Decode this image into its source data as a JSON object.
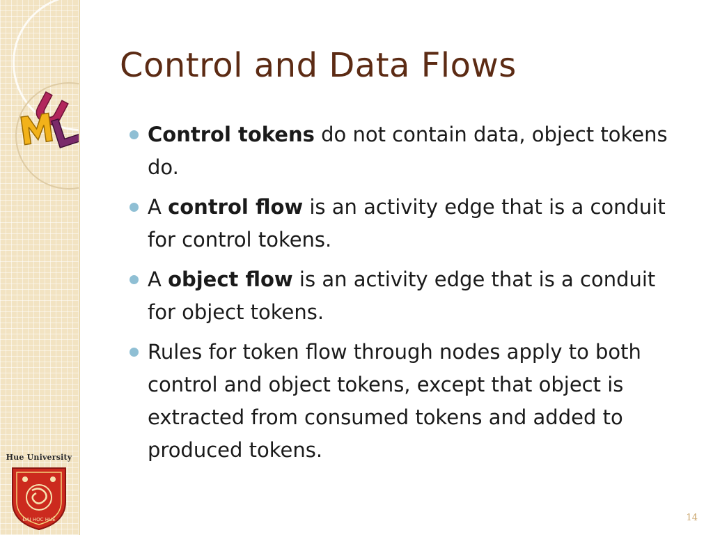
{
  "slide": {
    "title": "Control and Data Flows",
    "page_number": "14"
  },
  "bullets": [
    {
      "before": "",
      "bold": "Control tokens",
      "after": " do not contain data, object tokens do."
    },
    {
      "before": "A ",
      "bold": "control flow",
      "after": " is an activity edge that is a conduit for control tokens."
    },
    {
      "before": "A ",
      "bold": "object flow",
      "after": " is an activity edge that is a conduit for object tokens."
    },
    {
      "before": "",
      "bold": "",
      "after": "Rules for token flow through nodes apply to both control and object tokens, except that object is extracted from consumed tokens and added to produced tokens."
    }
  ],
  "sidebar": {
    "uml_logo": {
      "letters": [
        "U",
        "M",
        "L"
      ],
      "colors": [
        "#b2265c",
        "#f2b21a",
        "#7a2a6a"
      ]
    },
    "university_label": "Hue University",
    "emblem_text": "ĐẠI HỌC HUẾ",
    "emblem_color": "#cc2a1e"
  },
  "colors": {
    "title": "#5c2b14",
    "bullet": "#8fbfd4",
    "sidebar_bg": "#f2e3c2"
  }
}
